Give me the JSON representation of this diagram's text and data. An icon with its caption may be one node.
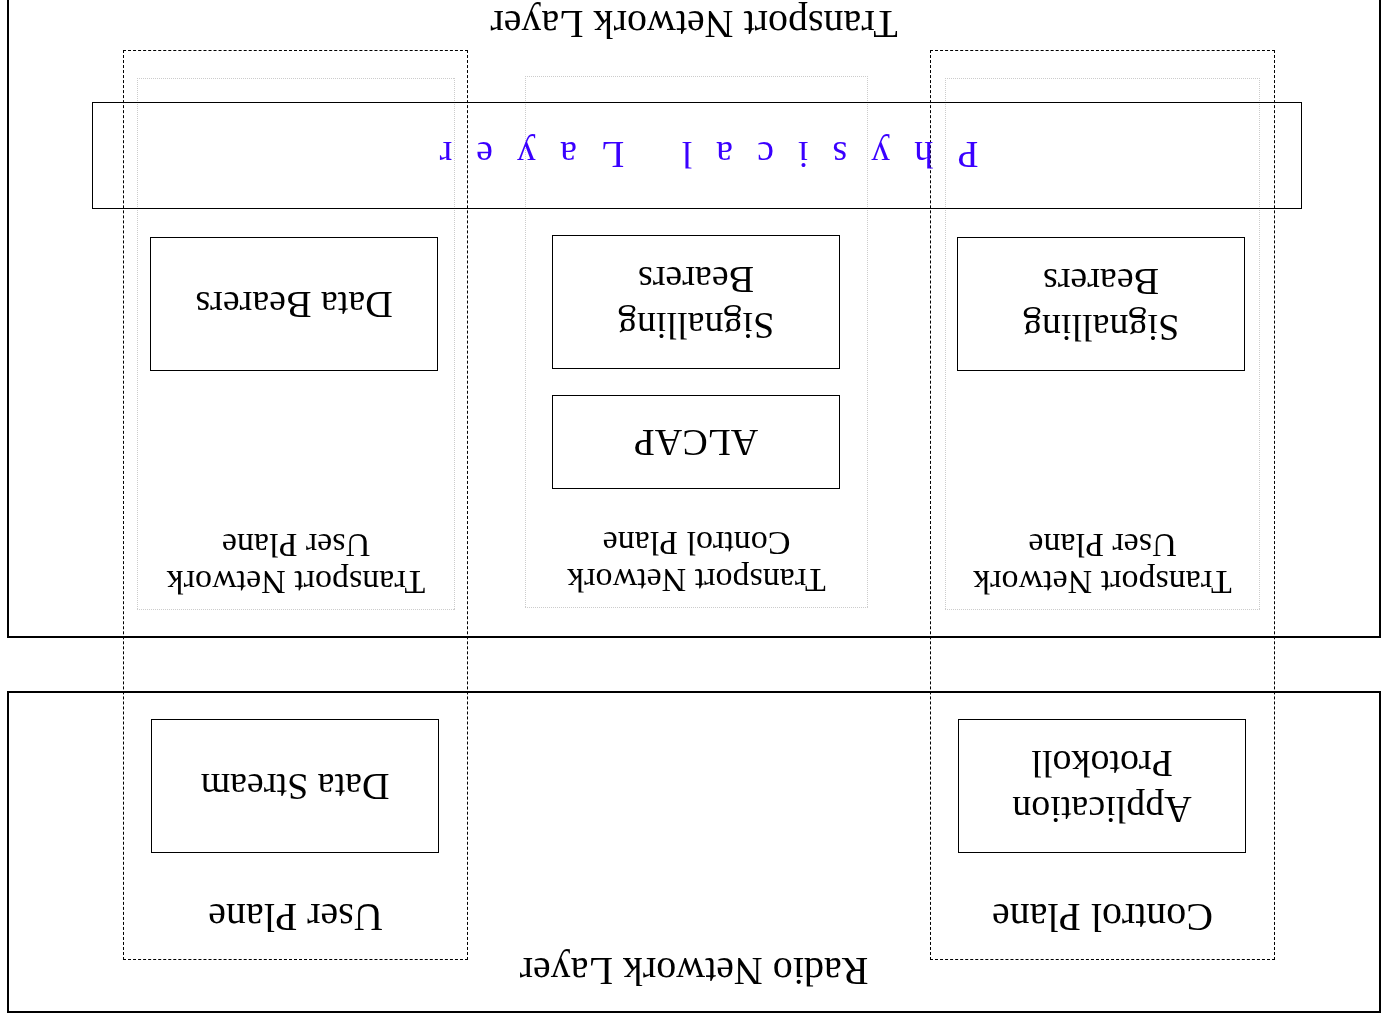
{
  "diagram": {
    "nodes": [
      {
        "text": [
          "Radio Network Layer"
        ]
      },
      {
        "text": [
          "Control Plane"
        ]
      },
      {
        "text": [
          "User Plane"
        ]
      },
      {
        "text": [
          "Application Protokoll"
        ]
      },
      {
        "text": [
          "Data Stream"
        ]
      },
      {
        "text": [
          "Transport Network Layer"
        ]
      },
      {
        "text": [
          "Transport Network User Plane"
        ]
      },
      {
        "text": [
          "Transport Network Control Plane"
        ],
        "in": 5
      },
      {
        "text": [
          "Transport Network User Plane"
        ]
      },
      {
        "text": [
          "Signalling Bearers"
        ],
        "in": 6
      },
      {
        "text": [
          "ALCAP"
        ],
        "in": 7
      },
      {
        "text": [
          "Signalling Bearers"
        ],
        "in": 7
      },
      {
        "text": [
          "Data Bearers"
        ],
        "in": 8
      },
      {
        "text": [
          "Physical Layer"
        ],
        "in": 5
      }
    ]
  }
}
